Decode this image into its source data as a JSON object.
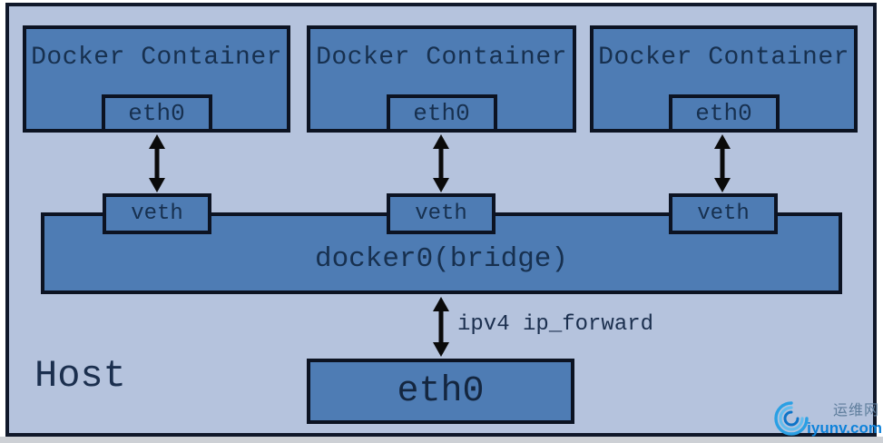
{
  "diagram": {
    "containers": [
      {
        "label": "Docker Container",
        "iface_label": "eth0"
      },
      {
        "label": "Docker Container",
        "iface_label": "eth0"
      },
      {
        "label": "Docker Container",
        "iface_label": "eth0"
      }
    ],
    "veth_label": "veth",
    "bridge_label": "docker0(bridge)",
    "ip_forward_label": "ipv4 ip_forward",
    "host_label": "Host",
    "host_iface_label": "eth0",
    "colors": {
      "canvas_bg": "#b5c3dd",
      "box_fill": "#4e7cb4",
      "border": "#0c1322",
      "text": "#17304f",
      "arrow": "#0a0a0a"
    }
  },
  "watermark": {
    "logo_icon": "swirl-logo",
    "site_name": "运维网",
    "site_url": "iyunv.com",
    "brand_blue": "#0e82da"
  }
}
